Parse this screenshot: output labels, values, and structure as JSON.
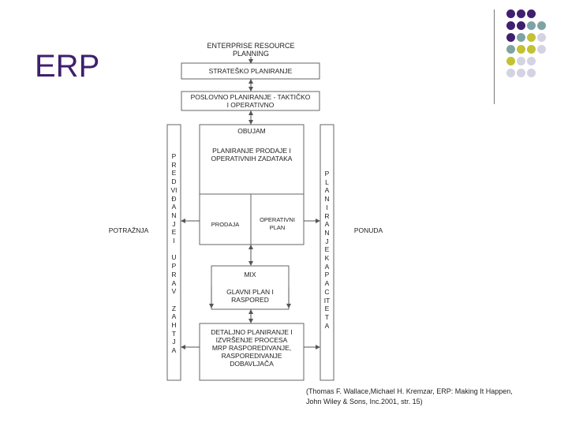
{
  "slide": {
    "title": "ERP",
    "citation_line1": "(Thomas F. Wallace,Michael H. Kremzar, ERP: Making It Happen,",
    "citation_line2": "John Wiley & Sons, Inc.2001, str. 15)"
  },
  "decoration": {
    "colors": {
      "purple": "#3f1f6e",
      "teal": "#7fa3a5",
      "olive": "#c2c234",
      "lavender": "#d3d3e3"
    }
  },
  "diagram": {
    "top_label": "ENTERPRISE RESOURCE\nPLANNING",
    "strategic": "STRATEŠKO PLANIRANJE",
    "business": "POSLOVNO PLANIRANJE - TAKTIČKO\nI OPERATIVNO",
    "volume": "OBUJAM",
    "sales_ops": "PLANIRANJE PRODAJE I\nOPERATIVNIH ZADATAKA",
    "sales": "PRODAJA",
    "operative_plan": "OPERATIVNI\nPLAN",
    "mix": "MIX",
    "master_plan": "GLAVNI PLAN I\nRASPORED",
    "detailed": "DETALJNO PLANIRANJE I\nIZVRŠENJE PROCESA\nMRP RASPOREDIVANJE,\nRASPOREDIVANJE\nDOBAVLJAČA",
    "demand": "POTRAŽNJA",
    "supply": "PONUDA",
    "left_column": [
      "P",
      "R",
      "E",
      "D",
      "VI",
      "Đ",
      "A",
      "N",
      "J",
      "E",
      "I",
      "",
      "U",
      "P",
      "R",
      "A",
      "V",
      "",
      "Z",
      "A",
      "H",
      "T",
      "J",
      "A"
    ],
    "right_column": [
      "P",
      "L",
      "A",
      "N",
      "I",
      "R",
      "A",
      "N",
      "J",
      "E",
      "K",
      "A",
      "P",
      "A",
      "C",
      "IT",
      "E",
      "T",
      "A"
    ]
  }
}
